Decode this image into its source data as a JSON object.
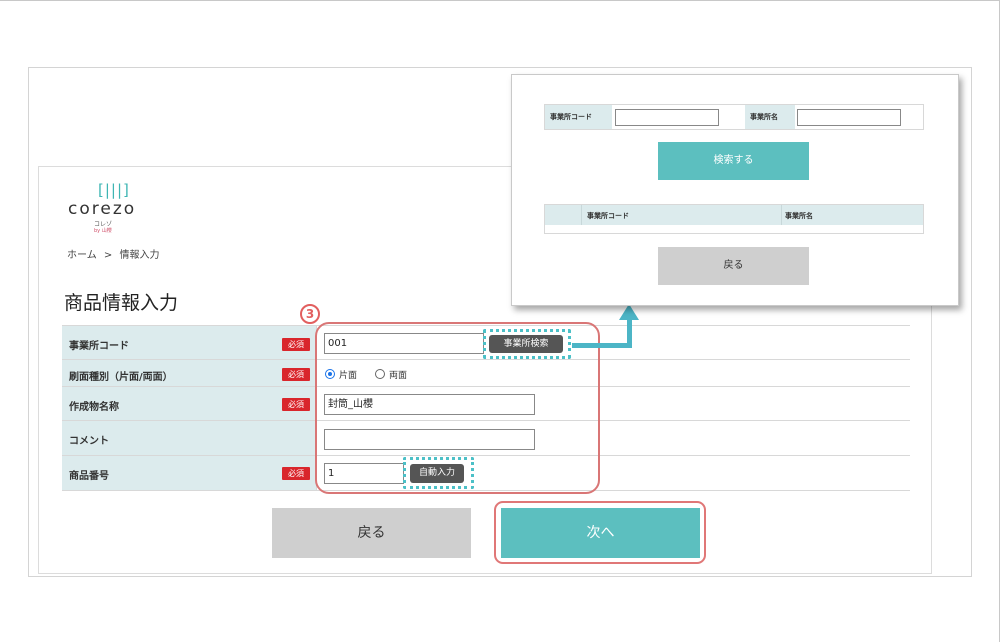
{
  "logo": {
    "mark": "[|||]",
    "text": "corezo",
    "sub": "コレゾ",
    "by": "by 山櫻"
  },
  "breadcrumb": {
    "home": "ホーム",
    "separator": ">",
    "current": "情報入力"
  },
  "page_title": "商品情報入力",
  "step_number": "3",
  "form": {
    "office_code": {
      "label": "事業所コード",
      "required": "必須",
      "value": "001",
      "search_button": "事業所検索"
    },
    "print_type": {
      "label": "刷面種別（片面/両面）",
      "required": "必須",
      "option_single": "片面",
      "option_double": "両面",
      "selected": "片面"
    },
    "product_name": {
      "label": "作成物名称",
      "required": "必須",
      "value": "封筒_山櫻"
    },
    "comment": {
      "label": "コメント",
      "value": ""
    },
    "product_number": {
      "label": "商品番号",
      "required": "必須",
      "value": "1",
      "auto_button": "自動入力"
    }
  },
  "buttons": {
    "back": "戻る",
    "next": "次へ"
  },
  "popup": {
    "office_code_label": "事業所コード",
    "office_name_label": "事業所名",
    "search_button": "検索する",
    "result_col_code": "事業所コード",
    "result_col_name": "事業所名",
    "back_button": "戻る"
  },
  "colors": {
    "accent_teal": "#5cbfbf",
    "label_bg": "#dcebed",
    "required_red": "#d9262c",
    "highlight_red": "#d97676",
    "arrow_blue": "#4cb5c6"
  }
}
